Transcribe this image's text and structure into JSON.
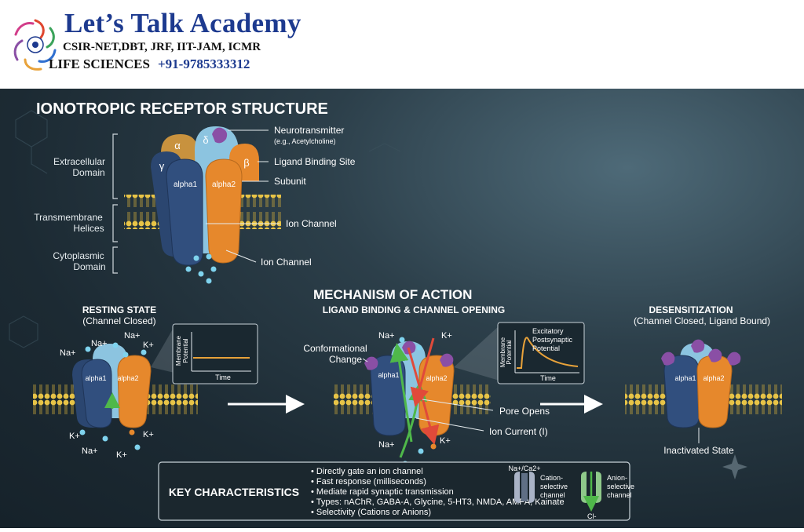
{
  "header": {
    "title": "Let’s Talk Academy",
    "exams": "CSIR-NET,DBT, JRF, IIT-JAM, ICMR",
    "subject": "LIFE SCIENCES",
    "phone": "+91-9785333312"
  },
  "structure": {
    "heading": "IONOTROPIC RECEPTOR STRUCTURE",
    "domains": [
      "Extracellular",
      "Domain",
      "Transmembrane",
      "Helices",
      "Cytoplasmic",
      "Domain"
    ],
    "subunits": [
      "α",
      "δ",
      "γ",
      "β",
      "alpha1",
      "alpha2"
    ],
    "callouts": {
      "neurotransmitter": "Neurotransmitter",
      "neurotransmitter_example": "(e.g., Acetylcholine)",
      "ligand_site": "Ligand Binding Site",
      "subunit": "Subunit",
      "ion_channel_1": "Ion Channel",
      "ion_channel_2": "Ion Channel"
    }
  },
  "mechanism": {
    "heading": "MECHANISM OF ACTION",
    "resting": {
      "title": "RESTING STATE",
      "subtitle": "(Channel Closed)",
      "ions": [
        "Na+",
        "Na+",
        "Na+",
        "K+",
        "K+",
        "K+",
        "Na+",
        "K+"
      ],
      "graph_ylabel_1": "Membrane",
      "graph_ylabel_2": "Potential",
      "graph_xlabel": "Time"
    },
    "binding": {
      "title": "LIGAND BINDING & CHANNEL OPENING",
      "conformational_1": "Conformational",
      "conformational_2": "Change",
      "graph_ylabel_1": "Membrane",
      "graph_ylabel_2": "Potential",
      "graph_xlabel": "Time",
      "epsp_1": "Excitatory",
      "epsp_2": "Postsynaptic",
      "epsp_3": "Potential",
      "pore": "Pore Opens",
      "current": "Ion Current (I)",
      "ions": [
        "Na+",
        "K+",
        "Na+",
        "K+"
      ]
    },
    "desens": {
      "title": "DESENSITIZATION",
      "subtitle": "(Channel Closed, Ligand Bound)",
      "inactivated": "Inactivated State"
    }
  },
  "key": {
    "title": "KEY CHARACTERISTICS",
    "bullets": [
      "• Directly gate an ion channel",
      "• Fast response (milliseconds)",
      "• Mediate rapid synaptic transmission",
      "• Types: nAChR, GABA-A, Glycine, 5-HT3, NMDA, AMPA, Kainate",
      "• Selectivity (Cations or Anions)"
    ],
    "cation_ions": "Na+/Ca2+",
    "cation_1": "Cation-",
    "cation_2": "selective",
    "cation_3": "channel",
    "anion_1": "Anion-",
    "anion_2": "selective",
    "anion_3": "channel",
    "anion_ion": "Cl-"
  },
  "colors": {
    "dark_blue": "#2b4670",
    "orange": "#e6882c",
    "light_blue": "#8cc4e0",
    "tan": "#c8923e",
    "ligand": "#8a4fa5",
    "lipid": "#e8c447",
    "brand_blue": "#1d3a8f"
  }
}
